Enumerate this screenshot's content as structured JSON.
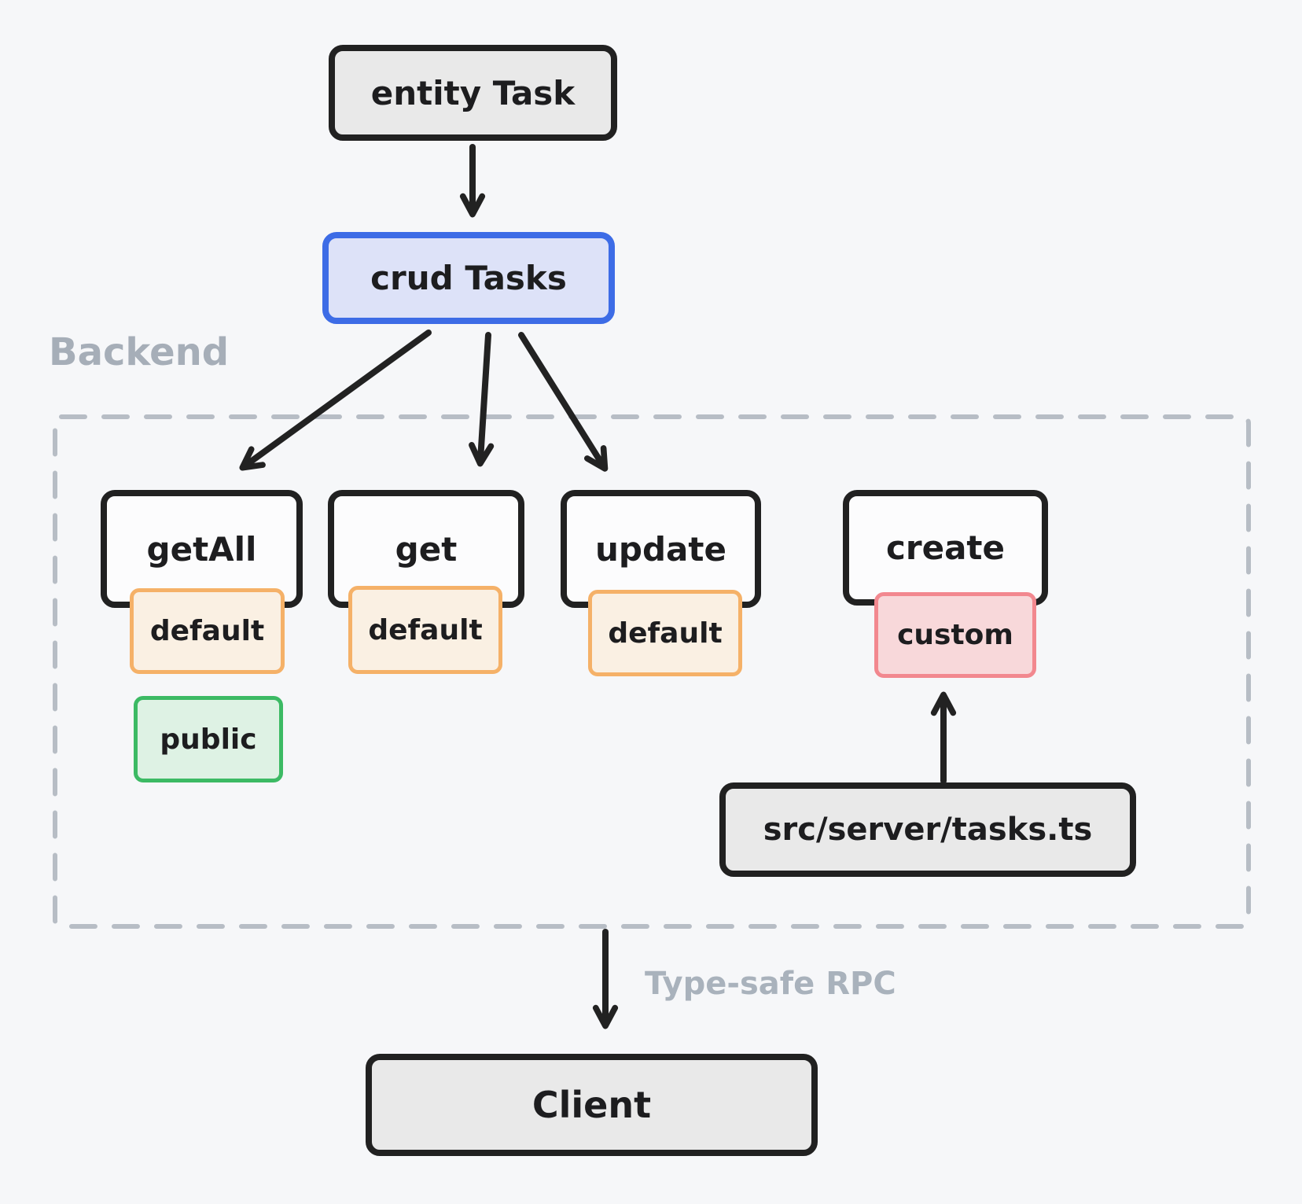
{
  "colors": {
    "background": "#f6f7f9",
    "node_border": "#212121",
    "gray_fill": "#e9e9e9",
    "crud_border": "#3d6ce6",
    "crud_fill": "#dde2f8",
    "default_border": "#f5b168",
    "default_fill": "#faf0e3",
    "public_border": "#3cba64",
    "public_fill": "#def2e4",
    "custom_border": "#f2888f",
    "custom_fill": "#f8d8da",
    "muted_label": "#a9b2bc",
    "arrow_stroke": "#222222"
  },
  "diagram": {
    "nodes": {
      "entity": "entity Task",
      "crud": "crud Tasks",
      "tasks_file": "src/server/tasks.ts",
      "client": "Client"
    },
    "backend": {
      "label": "Backend",
      "procedures": [
        {
          "name": "getAll",
          "badge": "default",
          "badge2": "public"
        },
        {
          "name": "get",
          "badge": "default"
        },
        {
          "name": "update",
          "badge": "default"
        },
        {
          "name": "create",
          "badge": "custom"
        }
      ]
    },
    "edges": {
      "rpc_label": "Type-safe RPC"
    }
  }
}
